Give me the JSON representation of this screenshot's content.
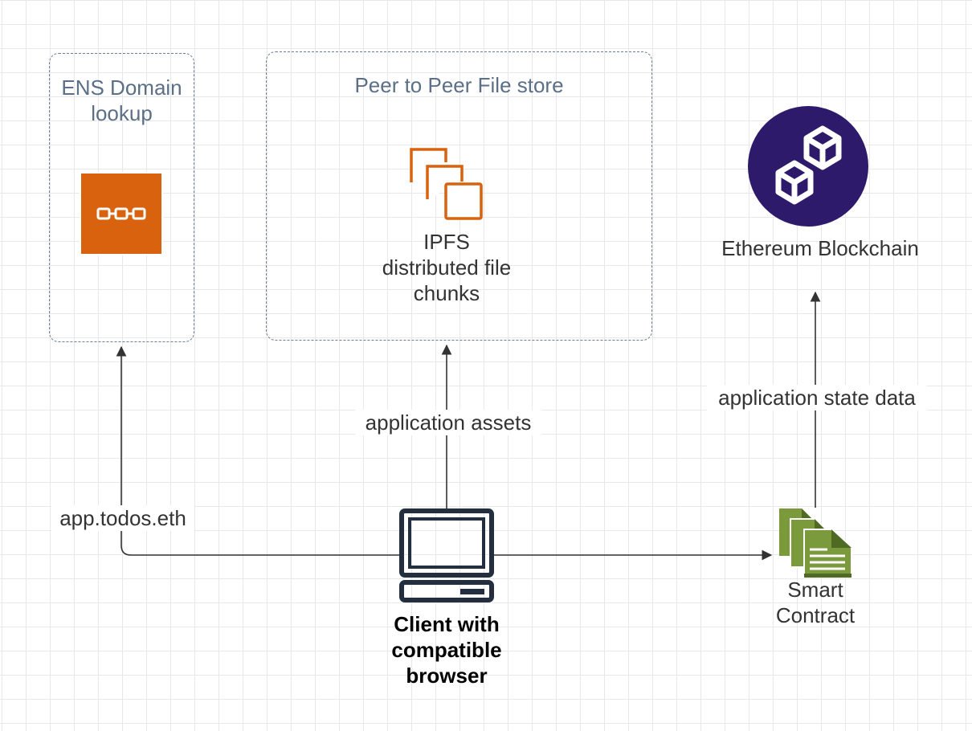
{
  "groups": {
    "ens": {
      "title": "ENS Domain\nlookup"
    },
    "p2p": {
      "title": "Peer to Peer File store"
    }
  },
  "nodes": {
    "ipfs": {
      "label": "IPFS\ndistributed file\nchunks",
      "icon": "stacked-files-icon"
    },
    "ens_icon": {
      "icon": "chain-link-icon"
    },
    "ethereum": {
      "label": "Ethereum Blockchain",
      "icon": "blockchain-cubes-icon"
    },
    "client": {
      "label": "Client with\ncompatible\nbrowser",
      "icon": "computer-terminal-icon"
    },
    "contract": {
      "label": "Smart\nContract",
      "icon": "documents-icon"
    }
  },
  "edges": {
    "ens_lookup": {
      "label": "app.todos.eth"
    },
    "assets": {
      "label": "application assets"
    },
    "state": {
      "label": "application state data"
    }
  },
  "colors": {
    "orange": "#d9620f",
    "purple": "#2e1a6b",
    "green": "#7a9a3c",
    "navy": "#232f3e",
    "group_border": "#6b7d94"
  }
}
